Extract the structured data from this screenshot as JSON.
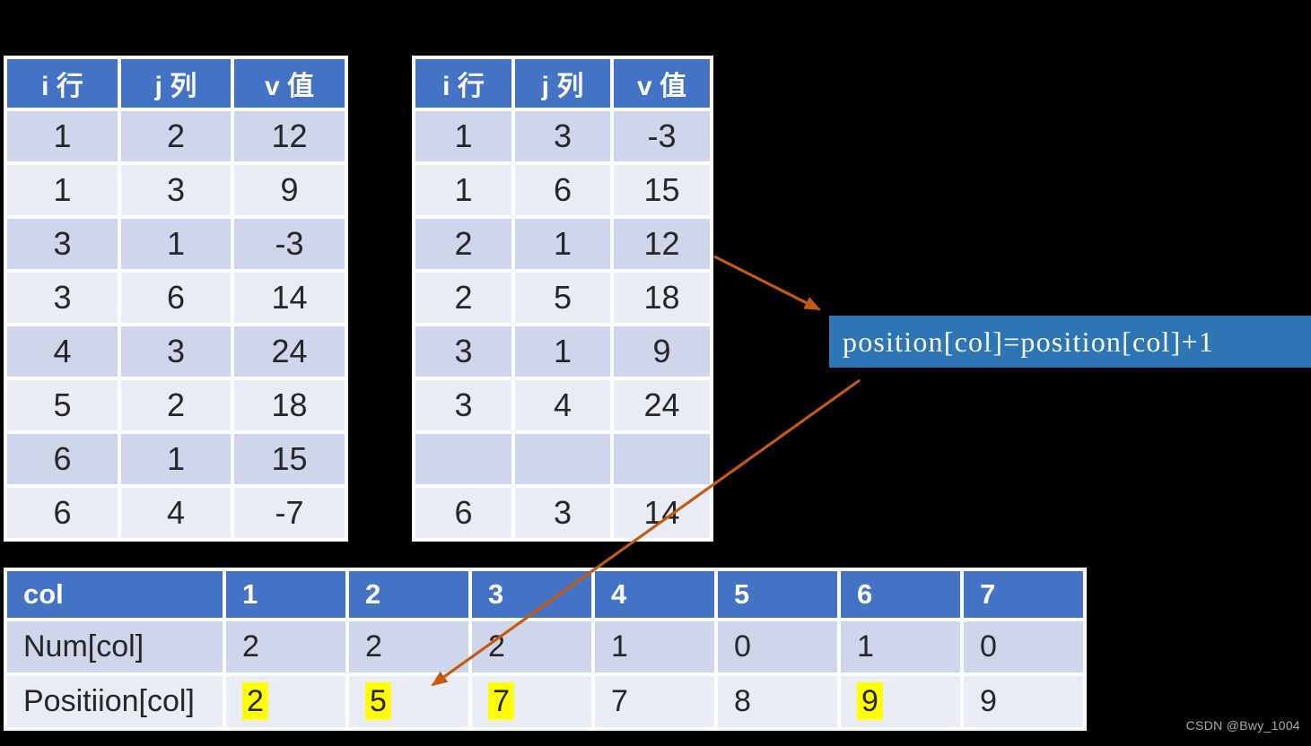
{
  "colors": {
    "hdr": "#4472C4",
    "dark": "#CFD5EA",
    "light": "#E9EBF5",
    "box": "#2E75B6",
    "arrow": "#C55A11",
    "hl": "#FFFF00"
  },
  "table_left": {
    "headers": [
      "i 行",
      "j 列",
      "v 值"
    ],
    "rows": [
      [
        "1",
        "2",
        "12"
      ],
      [
        "1",
        "3",
        "9"
      ],
      [
        "3",
        "1",
        "-3"
      ],
      [
        "3",
        "6",
        "14"
      ],
      [
        "4",
        "3",
        "24"
      ],
      [
        "5",
        "2",
        "18"
      ],
      [
        "6",
        "1",
        "15"
      ],
      [
        "6",
        "4",
        "-7"
      ]
    ]
  },
  "table_right": {
    "headers": [
      "i 行",
      "j 列",
      "v 值"
    ],
    "rows": [
      [
        "1",
        "3",
        "-3"
      ],
      [
        "1",
        "6",
        "15"
      ],
      [
        "2",
        "1",
        "12"
      ],
      [
        "2",
        "5",
        "18"
      ],
      [
        "3",
        "1",
        "9"
      ],
      [
        "3",
        "4",
        "24"
      ],
      [
        "",
        "",
        ""
      ],
      [
        "6",
        "3",
        "14"
      ]
    ]
  },
  "formula": {
    "text": "position[col]=position[col]+1"
  },
  "position_table": {
    "corner": "col",
    "columns": [
      "1",
      "2",
      "3",
      "4",
      "5",
      "6",
      "7"
    ],
    "rows": [
      {
        "label": "Num[col]",
        "values": [
          "2",
          "2",
          "2",
          "1",
          "0",
          "1",
          "0"
        ],
        "highlighted": [
          false,
          false,
          false,
          false,
          false,
          false,
          false
        ]
      },
      {
        "label": "Positiion[col]",
        "values": [
          "2",
          "5",
          "7",
          "7",
          "8",
          "9",
          "9"
        ],
        "highlighted": [
          true,
          true,
          true,
          false,
          false,
          true,
          false
        ]
      }
    ]
  },
  "watermark": "CSDN @Bwy_1004"
}
